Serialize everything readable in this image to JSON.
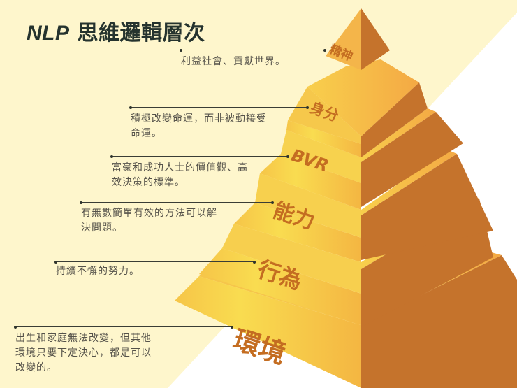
{
  "title": {
    "prefix": "NLP",
    "text": "思維邏輯層次"
  },
  "colors": {
    "background": "#fef6cc",
    "band": "#ffffff",
    "tier_front_light": "#f9d84a",
    "tier_front_dark": "#f3b240",
    "tier_side": "#c5732c",
    "tier_top": "#f6b349",
    "label": "#c46d21",
    "title": "#25332e",
    "description": "#55524a"
  },
  "levels": [
    {
      "name": "精神",
      "description": "利益社會、貢獻世界。"
    },
    {
      "name": "身分",
      "description": "積極改變命運，而非被動接受命運。"
    },
    {
      "name": "BVR",
      "description": "富豪和成功人士的價值觀、高效決策的標準。"
    },
    {
      "name": "能力",
      "description": "有無數簡單有效的方法可以解決問題。"
    },
    {
      "name": "行為",
      "description": "持續不懈的努力。"
    },
    {
      "name": "環境",
      "description": "出生和家庭無法改變，但其他環境只要下定決心，都是可以改變的。"
    }
  ],
  "display": {
    "desc_lines": [
      [
        "利益社會、貢獻世界。"
      ],
      [
        "積極改變命運，而非被動接受",
        "命運。"
      ],
      [
        "富豪和成功人士的價值觀、高",
        "效決策的標準。"
      ],
      [
        "有無數簡單有效的方法可以解",
        "決問題。"
      ],
      [
        "持續不懈的努力。"
      ],
      [
        "出生和家庭無法改變，但其他",
        "環境只要下定決心，都是可以",
        "改變的。"
      ]
    ]
  }
}
